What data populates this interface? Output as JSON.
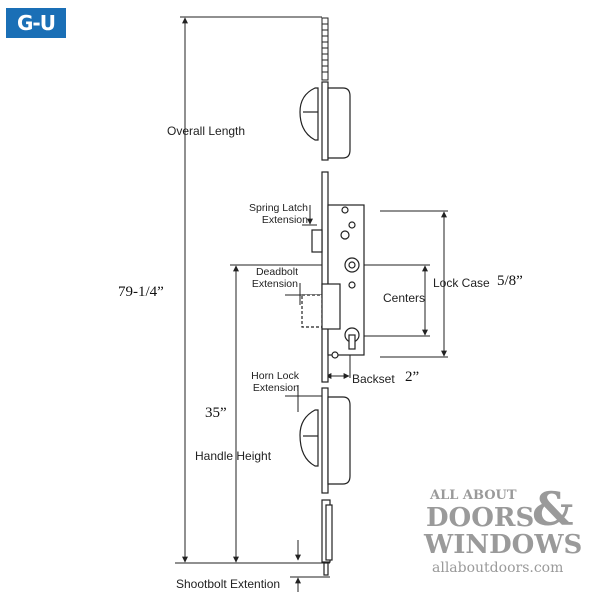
{
  "logo": {
    "text": "G-U",
    "color": "#1a6fb6"
  },
  "labels": {
    "overall_length": "Overall Length",
    "overall_length_value": "79-1/4”",
    "spring_latch_line1": "Spring Latch",
    "spring_latch_line2": "Extension",
    "deadbolt_line1": "Deadbolt",
    "deadbolt_line2": "Extension",
    "horn_lock_line1": "Horn Lock",
    "horn_lock_line2": "Extension",
    "handle_height": "Handle Height",
    "handle_height_value": "35”",
    "lock_case": "Lock Case",
    "lock_case_value": "5/8”",
    "centers": "Centers",
    "backset": "Backset",
    "backset_value": "2”",
    "shootbolt": "Shootbolt Extention"
  },
  "watermark": {
    "line1": "ALL ABOUT",
    "line2": "DOORS",
    "ampersand": "&",
    "line3": "WINDOWS",
    "url": "allaboutdoors.com"
  }
}
